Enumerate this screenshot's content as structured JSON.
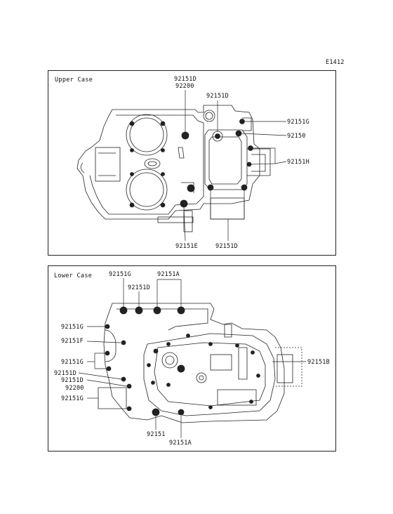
{
  "page": {
    "code": "E1412"
  },
  "upper": {
    "title": "Upper Case",
    "labels": [
      "92151D",
      "92200",
      "92151D",
      "92151G",
      "92150",
      "92151H",
      "92151E",
      "92151D"
    ]
  },
  "lower": {
    "title": "Lower Case",
    "labels": [
      "92151G",
      "92151A",
      "92151D",
      "92151G",
      "92151F",
      "92151B",
      "92151G",
      "92151D",
      "92151D",
      "92200",
      "92151G",
      "92151",
      "92151A"
    ]
  }
}
